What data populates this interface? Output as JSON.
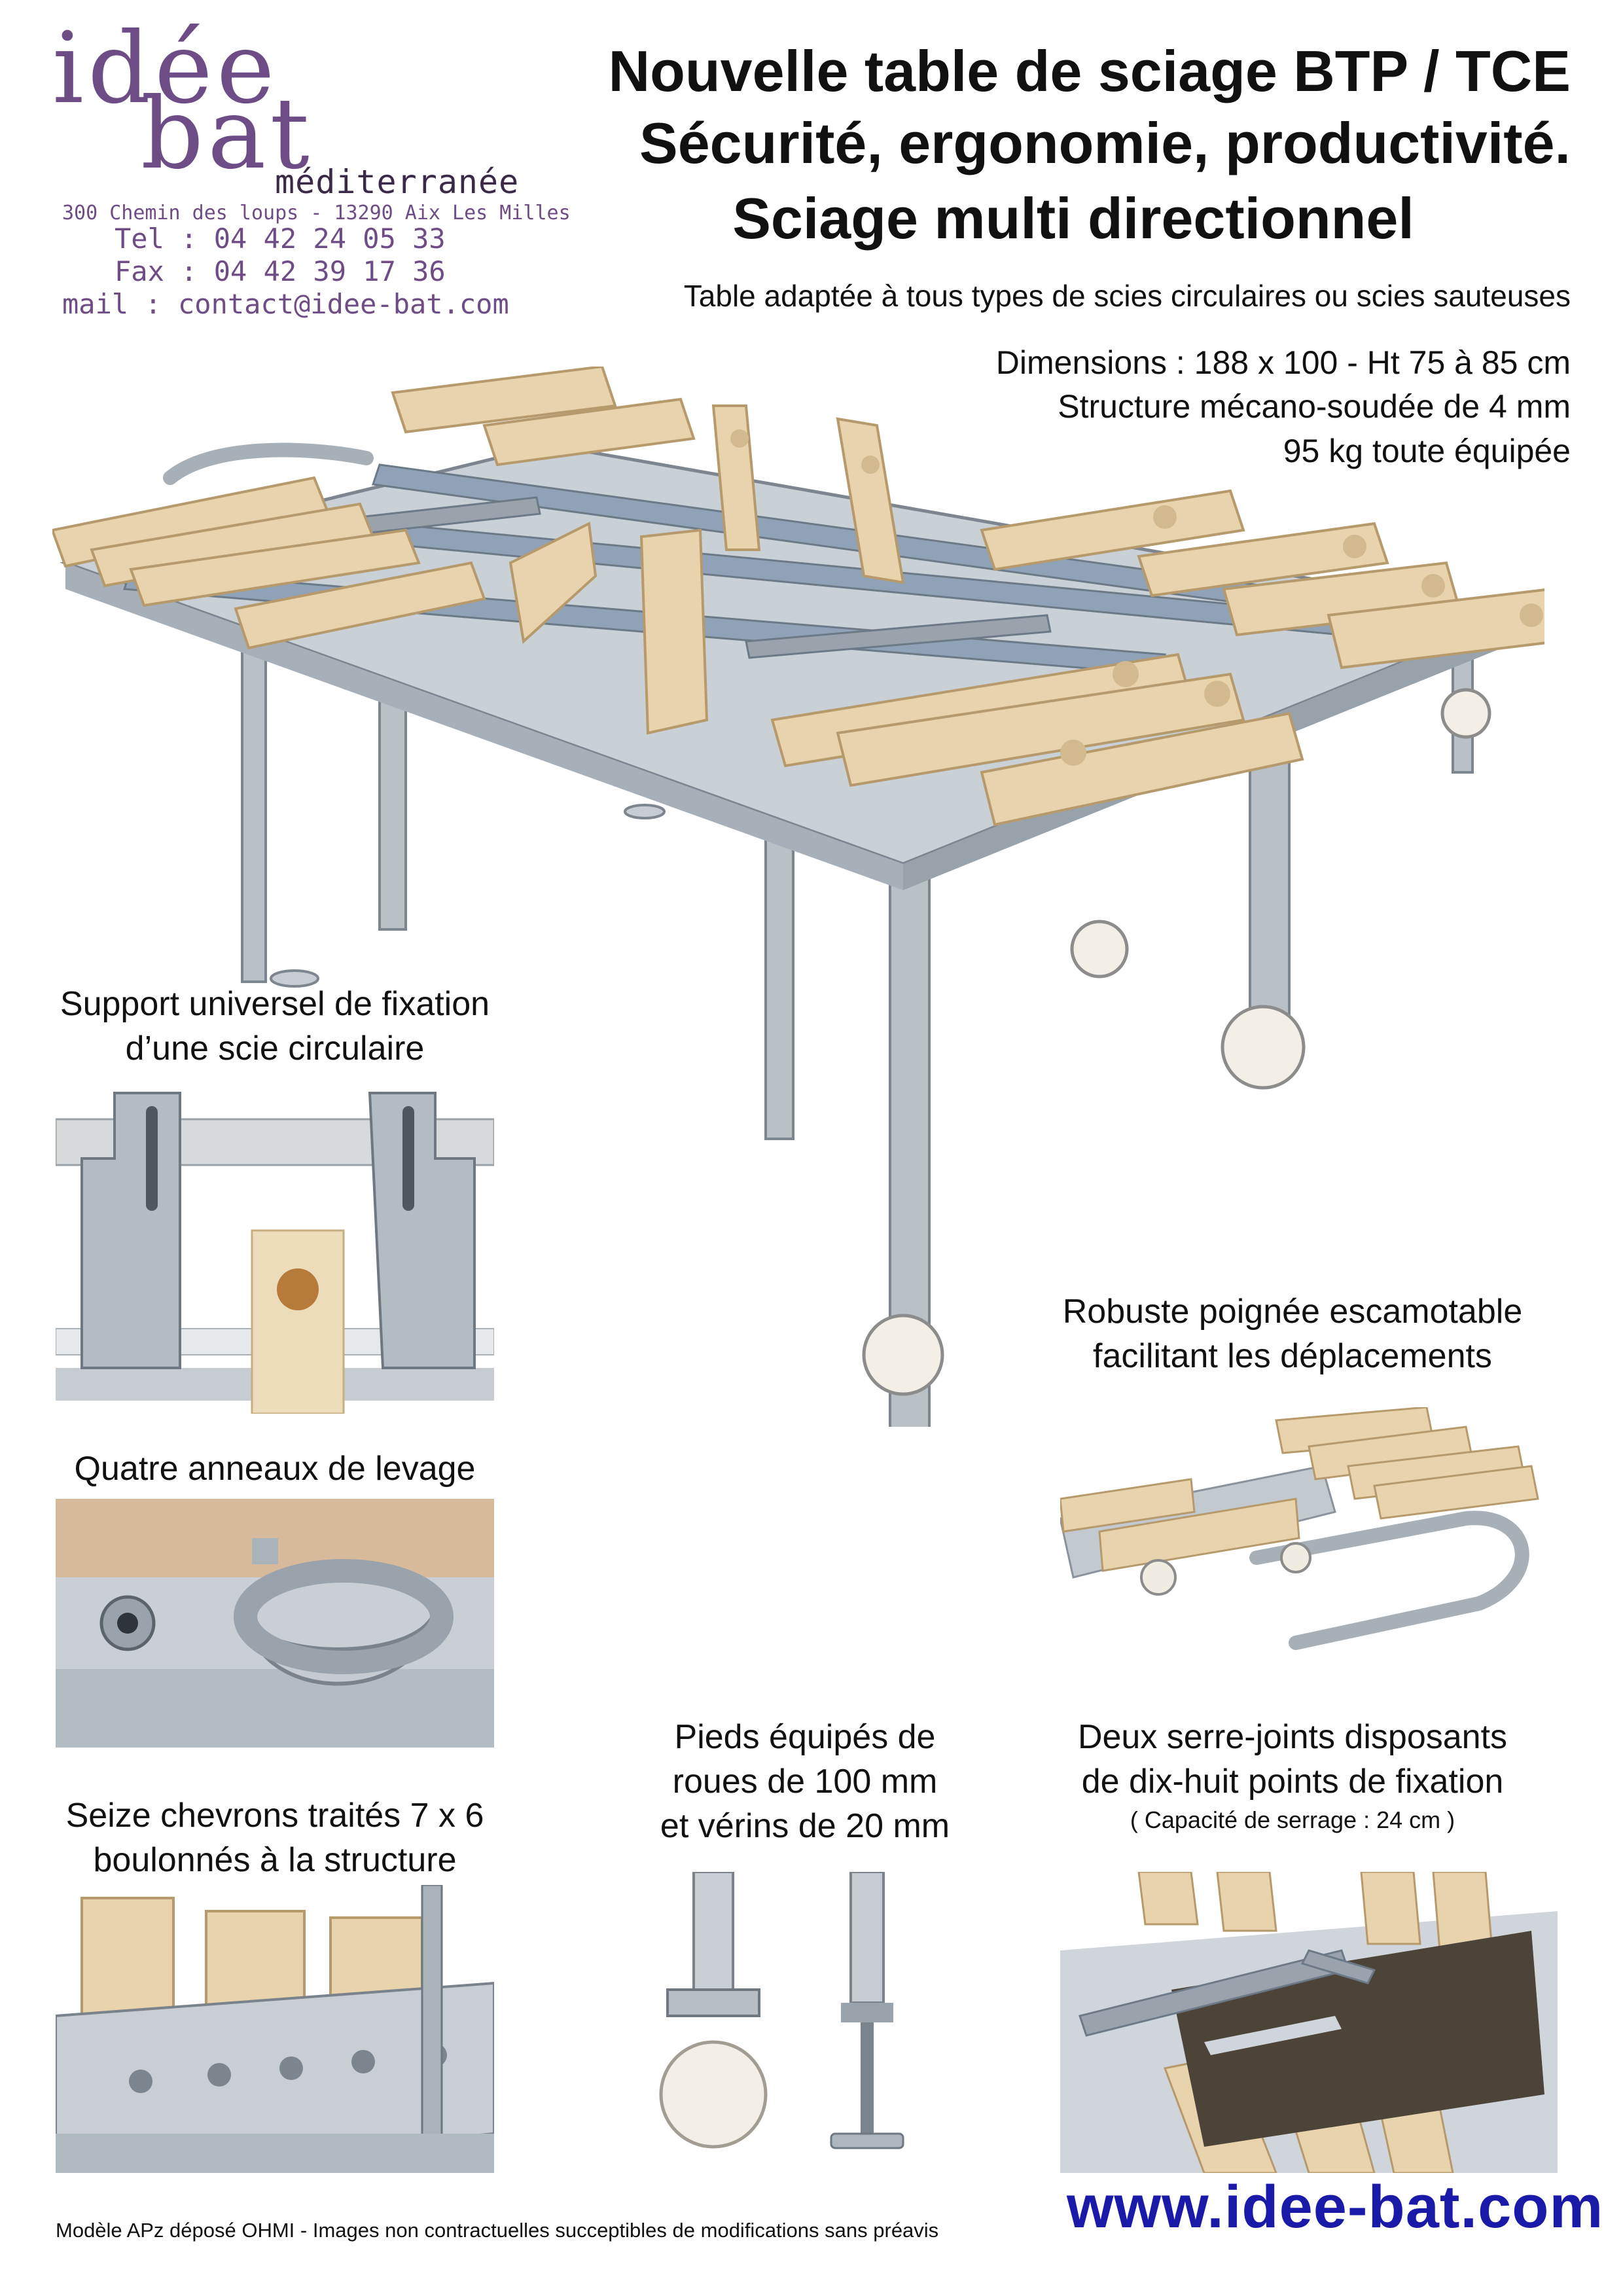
{
  "logo": {
    "line1": "idée",
    "line2": "bat",
    "tagline": "méditerranée"
  },
  "address": "300 Chemin des loups - 13290 Aix Les Milles",
  "contact": {
    "tel": "Tel : 04 42 24 05 33",
    "fax": "Fax : 04 42 39 17 36",
    "mail": "mail : contact@idee-bat.com"
  },
  "headline": {
    "line1": "Nouvelle table de sciage BTP / TCE",
    "line2": "Sécurité, ergonomie, productivité.",
    "line3": "Sciage multi directionnel"
  },
  "subtitle": "Table adaptée à tous types de scies circulaires ou scies sauteuses",
  "specs": [
    "Dimensions : 188 x 100 - Ht 75 à 85 cm",
    "Structure mécano-soudée de 4 mm",
    "95 kg toute équipée"
  ],
  "features": {
    "support": [
      "Support universel de fixation",
      "d’une scie circulaire"
    ],
    "handle": [
      "Robuste poignée escamotable",
      "facilitant les déplacements"
    ],
    "rings": "Quatre anneaux de levage",
    "feet": [
      "Pieds équipés de",
      "roues de 100 mm",
      "et vérins de 20 mm"
    ],
    "clamps": [
      "Deux  serre-joints   disposants",
      "de dix-huit points de fixation"
    ],
    "clamps_note": "( Capacité de serrage : 24 cm )",
    "chevrons": [
      "Seize chevrons traités 7 x 6",
      "boulonnés à la structure"
    ]
  },
  "footer": {
    "legal": "Modèle APz déposé  OHMI - Images non contractuelles succeptibles de modifications sans préavis",
    "url": "www.idee-bat.com"
  },
  "colors": {
    "logo": "#6e4d86",
    "url": "#1a1aa8",
    "wood": "#e8d3ad",
    "steel": "#9aa4ad"
  }
}
